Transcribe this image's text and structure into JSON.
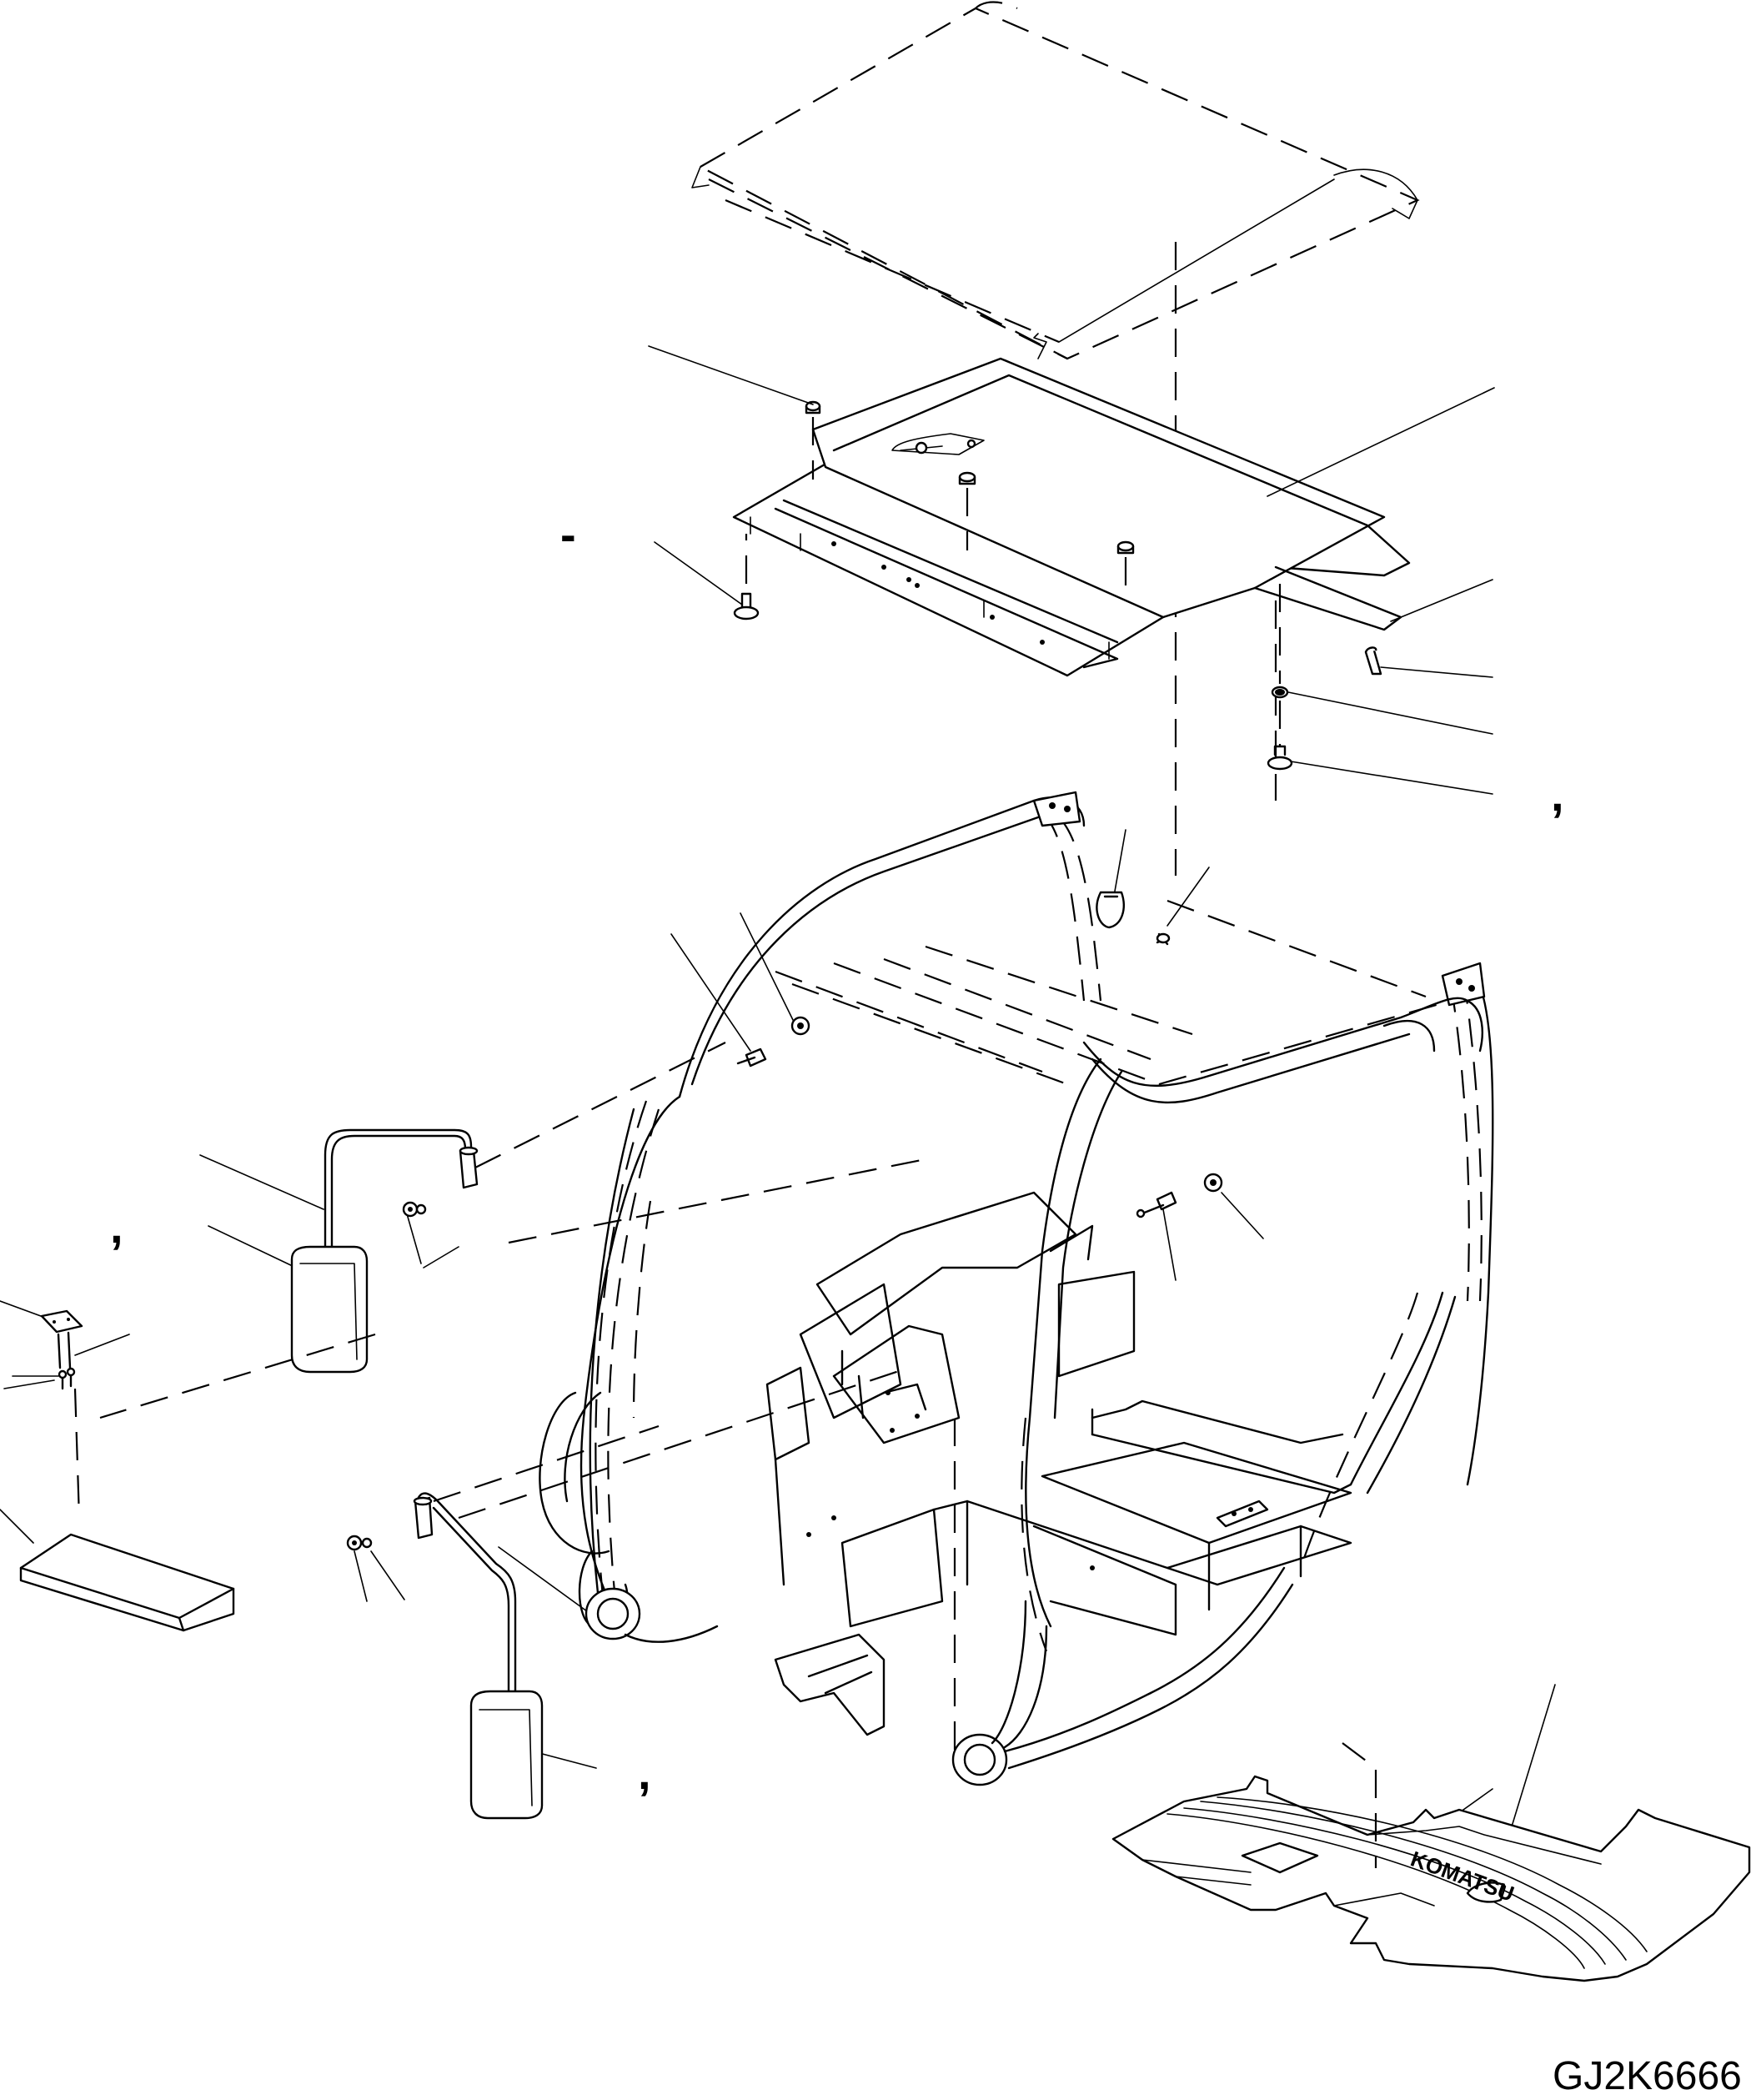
{
  "drawing": {
    "code": "GJ2K6666",
    "marks": {
      "dash": "-",
      "comma": ","
    },
    "floor_mat_logo": "KOMATSU"
  },
  "parts": [
    "roof-cover-upper",
    "roof-panel",
    "roof-clip",
    "roof-bolt",
    "roof-washer",
    "roof-nut",
    "rops-frame",
    "rear-mirror-left",
    "rear-mirror-right",
    "mirror-mount-plate",
    "step-plate",
    "floor-mat"
  ],
  "colors": {
    "line": "#000000",
    "background": "#ffffff"
  }
}
